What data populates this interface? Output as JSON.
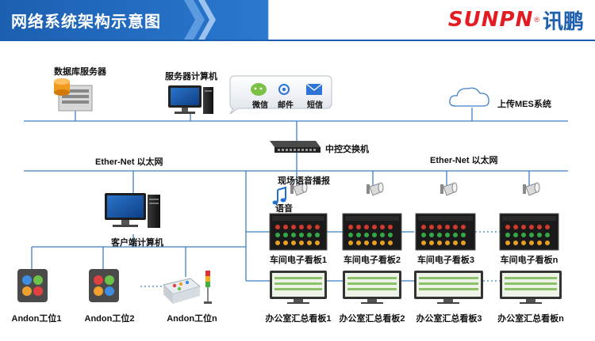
{
  "header": {
    "title": "网络系统架构示意图",
    "logo_latin": "SUNPN",
    "logo_reg": "®",
    "logo_cn": "讯鹏"
  },
  "nodes": {
    "db_server": "数据库服务器",
    "server_pc": "服务器计算机",
    "wechat": "微信",
    "email": "邮件",
    "sms": "短信",
    "mes": "上传MES系统",
    "switch": "中控交换机",
    "ether_left": "Ether-Net 以太网",
    "ether_right": "Ether-Net 以太网",
    "voice_broadcast": "现场语音播报",
    "voice": "语音",
    "client_pc": "客户端计算机"
  },
  "workshop_boards": [
    "车间电子看板1",
    "车间电子看板2",
    "车间电子看板3",
    "车间电子看板n"
  ],
  "office_boards": [
    "办公室汇总看板1",
    "办公室汇总看板2",
    "办公室汇总看板3",
    "办公室汇总看板n"
  ],
  "andon_stations": [
    "Andon工位1",
    "Andon工位2",
    "Andon工位n"
  ],
  "colors": {
    "line": "#3d7fc8",
    "header": "#1c5fb0",
    "brand_red": "#e31c23",
    "brand_blue": "#1d5fae"
  }
}
